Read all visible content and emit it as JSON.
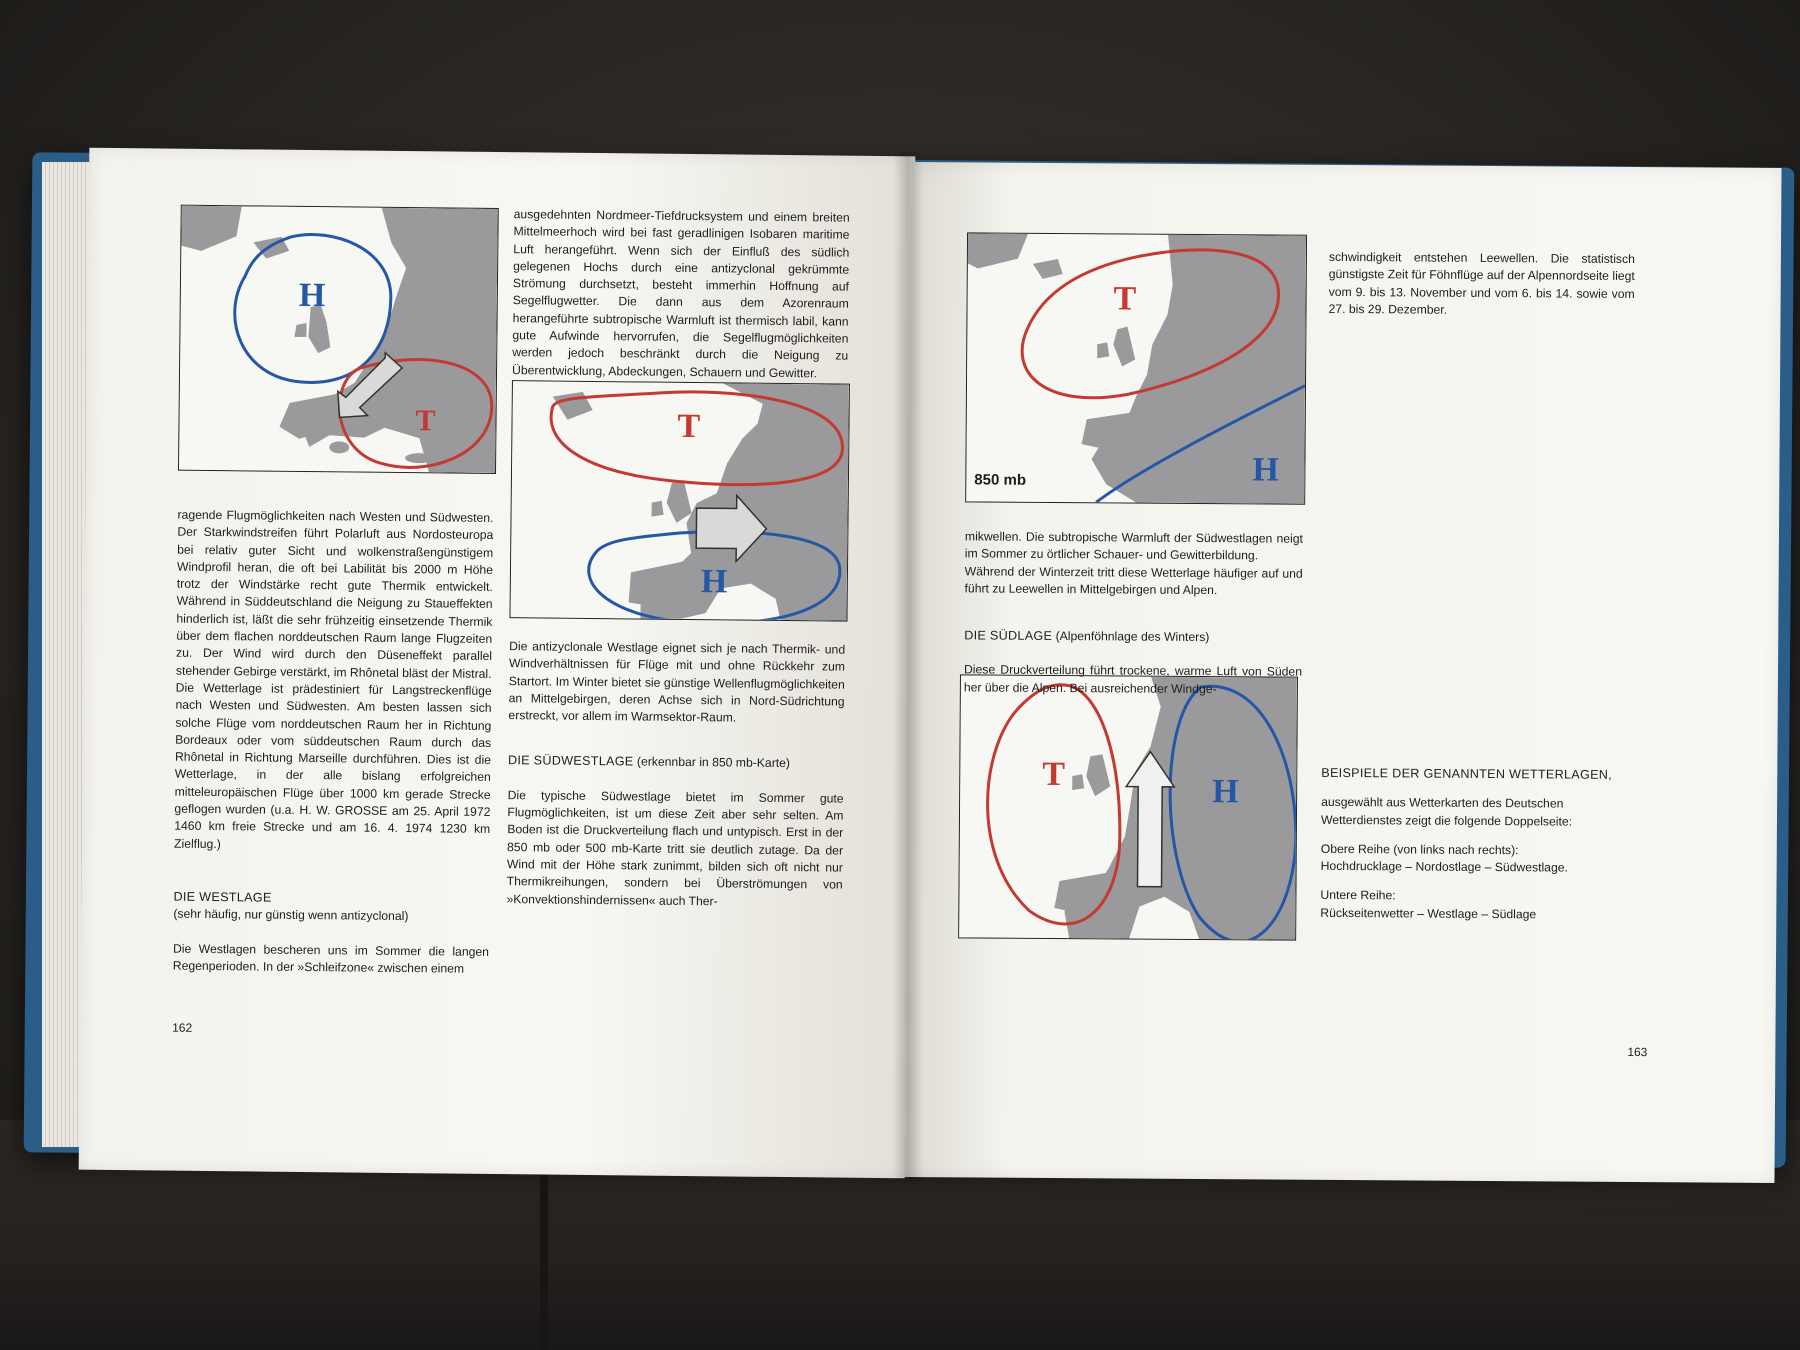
{
  "left_page": {
    "col1": {
      "p1": "ragende Flugmöglichkeiten nach Westen und Südwesten. Der Starkwindstreifen führt Polarluft aus Nordosteuropa bei relativ guter Sicht und wolkenstraßengünstigem Windprofil heran, die oft bei Labilität bis 2000 m Höhe trotz der Windstärke recht gute Thermik entwickelt. Während in Süddeutschland die Neigung zu Staueffekten hinderlich ist, läßt die sehr frühzeitig einsetzende Thermik über dem flachen norddeutschen Raum lange Flugzeiten zu. Der Wind wird durch den Düseneffekt parallel stehender Gebirge verstärkt, im Rhônetal bläst der Mistral.",
      "p2": "Die Wetterlage ist prädestiniert für Langstreckenflüge nach Westen und Südwesten. Am besten lassen sich solche Flüge vom norddeutschen Raum her in Richtung Bordeaux oder vom süddeutschen Raum durch das Rhônetal in Richtung Marseille durchführen. Dies ist die Wetterlage, in der alle bislang erfolgreichen mitteleuropäischen Flüge über 1000 km gerade Strecke geflogen wurden (u.a. H. W. GROSSE am 25. April 1972 1460 km freie Strecke und am 16. 4. 1974 1230 km Zielflug.)",
      "heading": "DIE WESTLAGE",
      "subheading": "(sehr häufig, nur günstig wenn antizyclonal)",
      "p3": "Die Westlagen bescheren uns im Sommer die langen Regenperioden. In der »Schleifzone« zwischen einem"
    },
    "col2": {
      "p1": "ausgedehnten Nordmeer-Tiefdrucksystem und einem breiten Mittelmeerhoch wird bei fast geradlinigen Isobaren maritime Luft herangeführt. Wenn sich der Einfluß des südlich gelegenen Hochs durch eine antizyclonal gekrümmte Strömung durchsetzt, besteht immerhin Hoffnung auf Segelflugwetter. Die dann aus dem Azorenraum herangeführte subtropische Warmluft ist thermisch labil, kann gute Aufwinde hervorrufen, die Segelflugmöglichkeiten werden jedoch beschränkt durch die Neigung zu Überentwicklung, Abdeckungen, Schauern und Gewitter.",
      "p2": "Die antizyclonale Westlage eignet sich je nach Thermik- und Windverhältnissen für Flüge mit und ohne Rückkehr zum Startort. Im Winter bietet sie günstige Wellenflugmöglichkeiten an Mittelgebirgen, deren Achse sich in Nord-Südrichtung erstreckt, vor allem im Warmsektor-Raum.",
      "heading": "DIE SÜDWESTLAGE",
      "heading_note": "(erkennbar in 850 mb-Karte)",
      "p3": "Die typische Südwestlage bietet im Sommer gute Flugmöglichkeiten, ist um diese Zeit aber sehr selten. Am Boden ist die Druckverteilung flach und untypisch. Erst in der 850 mb oder 500 mb-Karte tritt sie deutlich zutage. Da der Wind mit der Höhe stark zunimmt, bilden sich oft nicht nur Thermikreihungen, sondern bei Überströmungen von »Konvektionshindernissen« auch Ther-"
    },
    "page_number": "162",
    "maps": {
      "map1": {
        "high": "H",
        "low": "T"
      },
      "map2": {
        "high": "H",
        "low": "T"
      }
    }
  },
  "right_page": {
    "col1": {
      "p1": "mikwellen. Die subtropische Warmluft der Südwestlagen neigt im Sommer zu örtlicher Schauer- und Gewitterbildung.",
      "p2": "Während der Winterzeit tritt diese Wetterlage häufiger auf und führt zu Leewellen in Mittelgebirgen und Alpen.",
      "heading": "DIE SÜDLAGE",
      "heading_note": "(Alpenföhnlage des Winters)",
      "p3": "Diese Druckverteilung führt trockene, warme Luft von Süden her über die Alpen. Bei ausreichender Windge-"
    },
    "col2": {
      "p1": "schwindigkeit entstehen Leewellen. Die statistisch günstigste Zeit für Föhnflüge auf der Alpennordseite liegt vom 9. bis 13. November und vom 6. bis 14. sowie vom 27. bis 29. Dezember.",
      "heading": "BEISPIELE DER GENANNTEN WETTERLAGEN,",
      "p2": "ausgewählt aus Wetterkarten des Deutschen Wetterdienstes zeigt die folgende Doppelseite:",
      "p3a": "Obere Reihe (von links nach rechts):",
      "p3b": "Hochdrucklage – Nordostlage – Südwestlage.",
      "p4a": "Untere Reihe:",
      "p4b": "Rückseitenwetter – Westlage – Südlage"
    },
    "page_number": "163",
    "maps": {
      "map3": {
        "high": "H",
        "low": "T",
        "caption": "850 mb"
      },
      "map4": {
        "high": "H",
        "low": "T"
      }
    }
  },
  "colors": {
    "high_blue": "#2457a6",
    "low_red": "#c43a32",
    "land_gray": "#9a9a9c",
    "page": "#f6f5ef",
    "cover_blue": "#2a5d88"
  }
}
